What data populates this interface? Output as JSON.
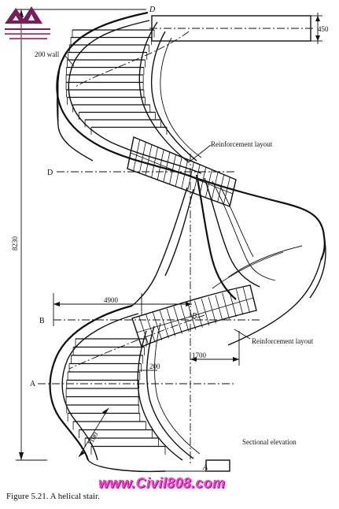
{
  "figure": {
    "caption": "Figure 5.21. A helical stair.",
    "labels": {
      "wall": "200 wall",
      "reinforcement_top": "Reinforcement layout",
      "reinforcement_bottom": "Reinforcement layout",
      "sectional": "Sectional elevation",
      "section_D_top": "D",
      "section_D_mid": "D",
      "section_B": "B",
      "section_B_center": "B",
      "section_A_left": "A",
      "section_A_bottom": "A"
    },
    "dimensions": {
      "landing_thickness": "450",
      "height": "8230",
      "diameter": "4900",
      "inner_radius": "1700",
      "inner_wall": "200",
      "width": "1100"
    }
  },
  "watermark": {
    "text": "www.Civil808.com",
    "color": "#ff3fd2"
  },
  "logo": {
    "color": "#7a1d5c"
  }
}
